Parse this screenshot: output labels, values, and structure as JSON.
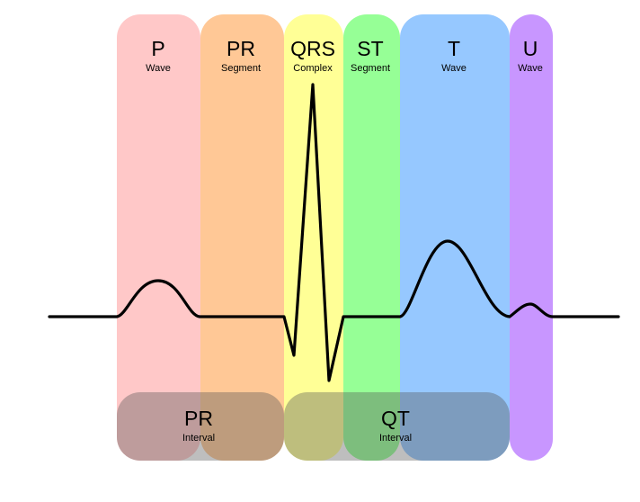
{
  "segments": [
    {
      "label": "P",
      "sublabel": "Wave",
      "color": "#ffc8c8"
    },
    {
      "label": "PR",
      "sublabel": "Segment",
      "color": "#ffc896"
    },
    {
      "label": "QRS",
      "sublabel": "Complex",
      "color": "#ffff96"
    },
    {
      "label": "ST",
      "sublabel": "Segment",
      "color": "#96ff96"
    },
    {
      "label": "T",
      "sublabel": "Wave",
      "color": "#96c8ff"
    },
    {
      "label": "U",
      "sublabel": "Wave",
      "color": "#c896ff"
    }
  ],
  "intervals": [
    {
      "label": "PR",
      "sublabel": "Interval"
    },
    {
      "label": "QT",
      "sublabel": "Interval"
    }
  ],
  "colors": {
    "trace": "#000000",
    "interval_overlay": "#555555"
  }
}
